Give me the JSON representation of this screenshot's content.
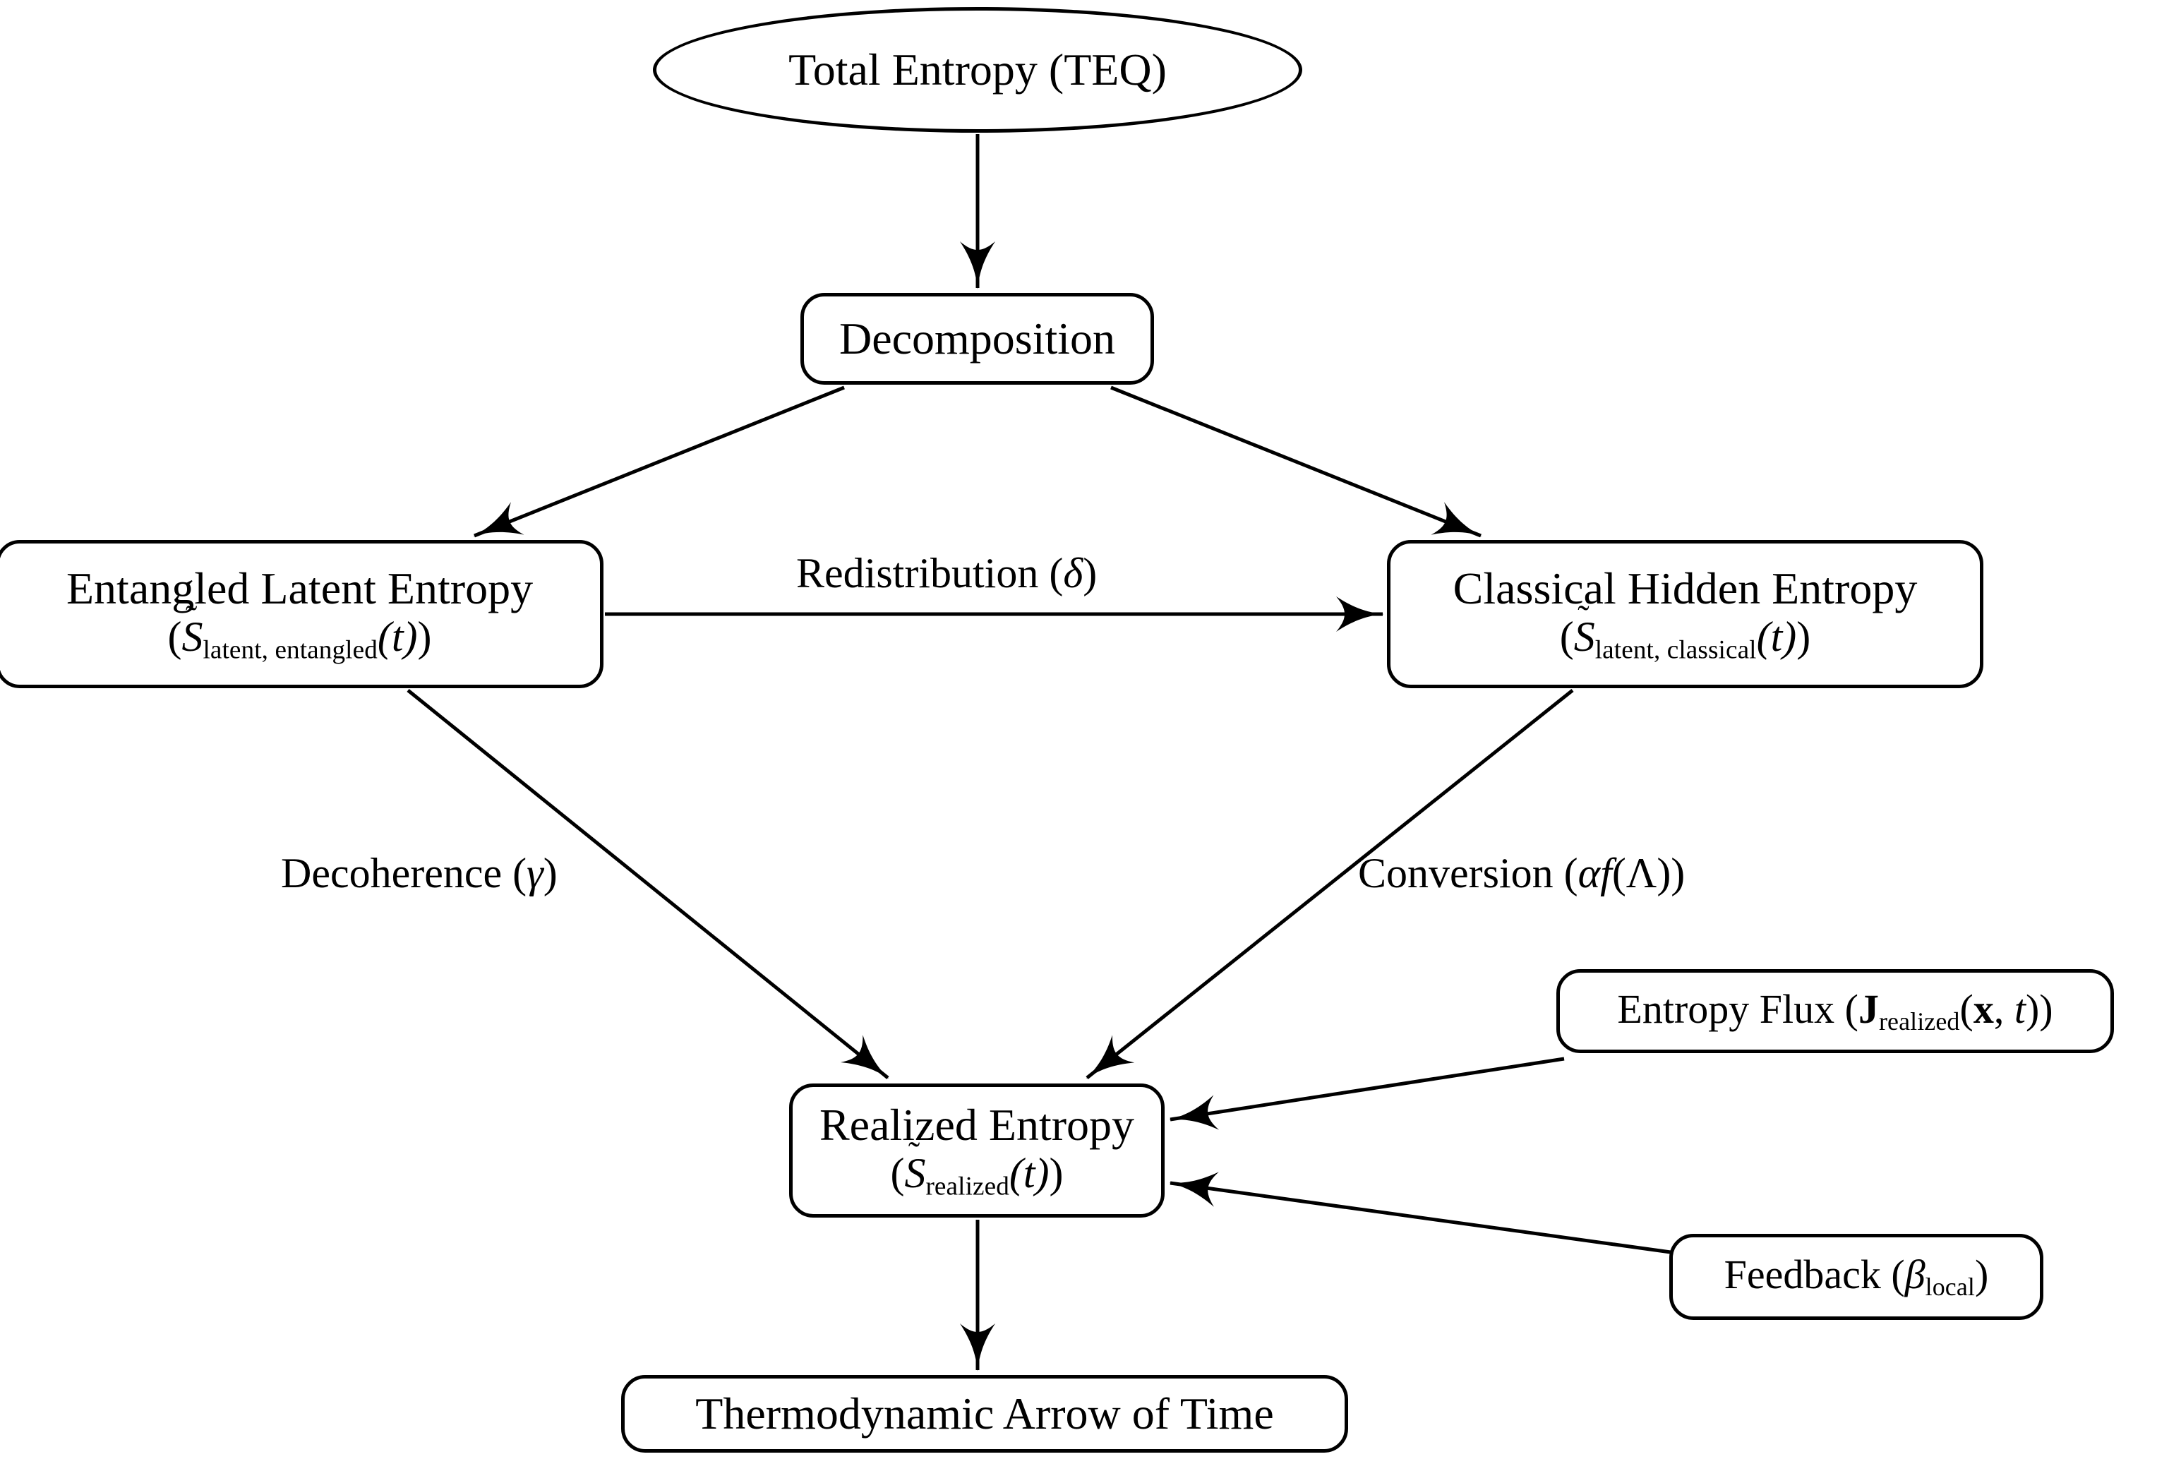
{
  "diagram": {
    "title": "Entropy decomposition and thermodynamic arrow of time flow diagram",
    "background_color": "#ffffff",
    "stroke_color": "#000000",
    "nodes": {
      "total_entropy": {
        "shape": "ellipse",
        "label": "Total Entropy (TEQ)"
      },
      "decomposition": {
        "shape": "rounded-rectangle",
        "label": "Decomposition"
      },
      "entangled_latent": {
        "shape": "rounded-rectangle",
        "line1": "Entangled Latent Entropy",
        "symbol_open": "(",
        "symbol_base": "S",
        "symbol_tilde": "˜",
        "symbol_subscript": "latent, entangled",
        "symbol_arg": "(t)",
        "symbol_close": ")"
      },
      "classical_hidden": {
        "shape": "rounded-rectangle",
        "line1": "Classical Hidden Entropy",
        "symbol_open": "(",
        "symbol_base": "S",
        "symbol_tilde": "˜",
        "symbol_subscript": "latent, classical",
        "symbol_arg": "(t)",
        "symbol_close": ")"
      },
      "realized_entropy": {
        "shape": "rounded-rectangle",
        "line1": "Realized Entropy",
        "symbol_open": "(",
        "symbol_base": "S",
        "symbol_tilde": "˜",
        "symbol_subscript": "realized",
        "symbol_arg": "(t)",
        "symbol_close": ")"
      },
      "entropy_flux": {
        "shape": "rounded-rectangle",
        "prefix": "Entropy Flux (",
        "symbol_base": "J",
        "symbol_subscript": "realized",
        "symbol_arg_open": "(",
        "symbol_arg_x": "x",
        "symbol_arg_sep": ", ",
        "symbol_arg_t": "t",
        "symbol_arg_close": ")",
        "suffix": ")"
      },
      "feedback": {
        "shape": "rounded-rectangle",
        "prefix": "Feedback (",
        "symbol_base": "β",
        "symbol_subscript": "local",
        "suffix": ")"
      },
      "arrow_of_time": {
        "shape": "rounded-rectangle",
        "label": "Thermodynamic Arrow of Time"
      }
    },
    "edge_labels": {
      "redistribution": {
        "prefix": "Redistribution (",
        "symbol": "δ",
        "suffix": ")"
      },
      "decoherence": {
        "prefix": "Decoherence (",
        "symbol": "γ",
        "suffix": ")"
      },
      "conversion": {
        "prefix": "Conversion (",
        "symbol_alpha": "α",
        "symbol_f": "f",
        "symbol_arg_open": "(",
        "symbol_lambda": "Λ",
        "symbol_arg_close": ")",
        "suffix": ")"
      }
    },
    "edges": [
      {
        "from": "total_entropy",
        "to": "decomposition",
        "label": ""
      },
      {
        "from": "decomposition",
        "to": "entangled_latent",
        "label": ""
      },
      {
        "from": "decomposition",
        "to": "classical_hidden",
        "label": ""
      },
      {
        "from": "entangled_latent",
        "to": "classical_hidden",
        "label": "Redistribution (δ)"
      },
      {
        "from": "entangled_latent",
        "to": "realized_entropy",
        "label": "Decoherence (γ)"
      },
      {
        "from": "classical_hidden",
        "to": "realized_entropy",
        "label": "Conversion (αf(Λ))"
      },
      {
        "from": "entropy_flux",
        "to": "realized_entropy",
        "label": ""
      },
      {
        "from": "feedback",
        "to": "realized_entropy",
        "label": ""
      },
      {
        "from": "realized_entropy",
        "to": "arrow_of_time",
        "label": ""
      }
    ]
  }
}
